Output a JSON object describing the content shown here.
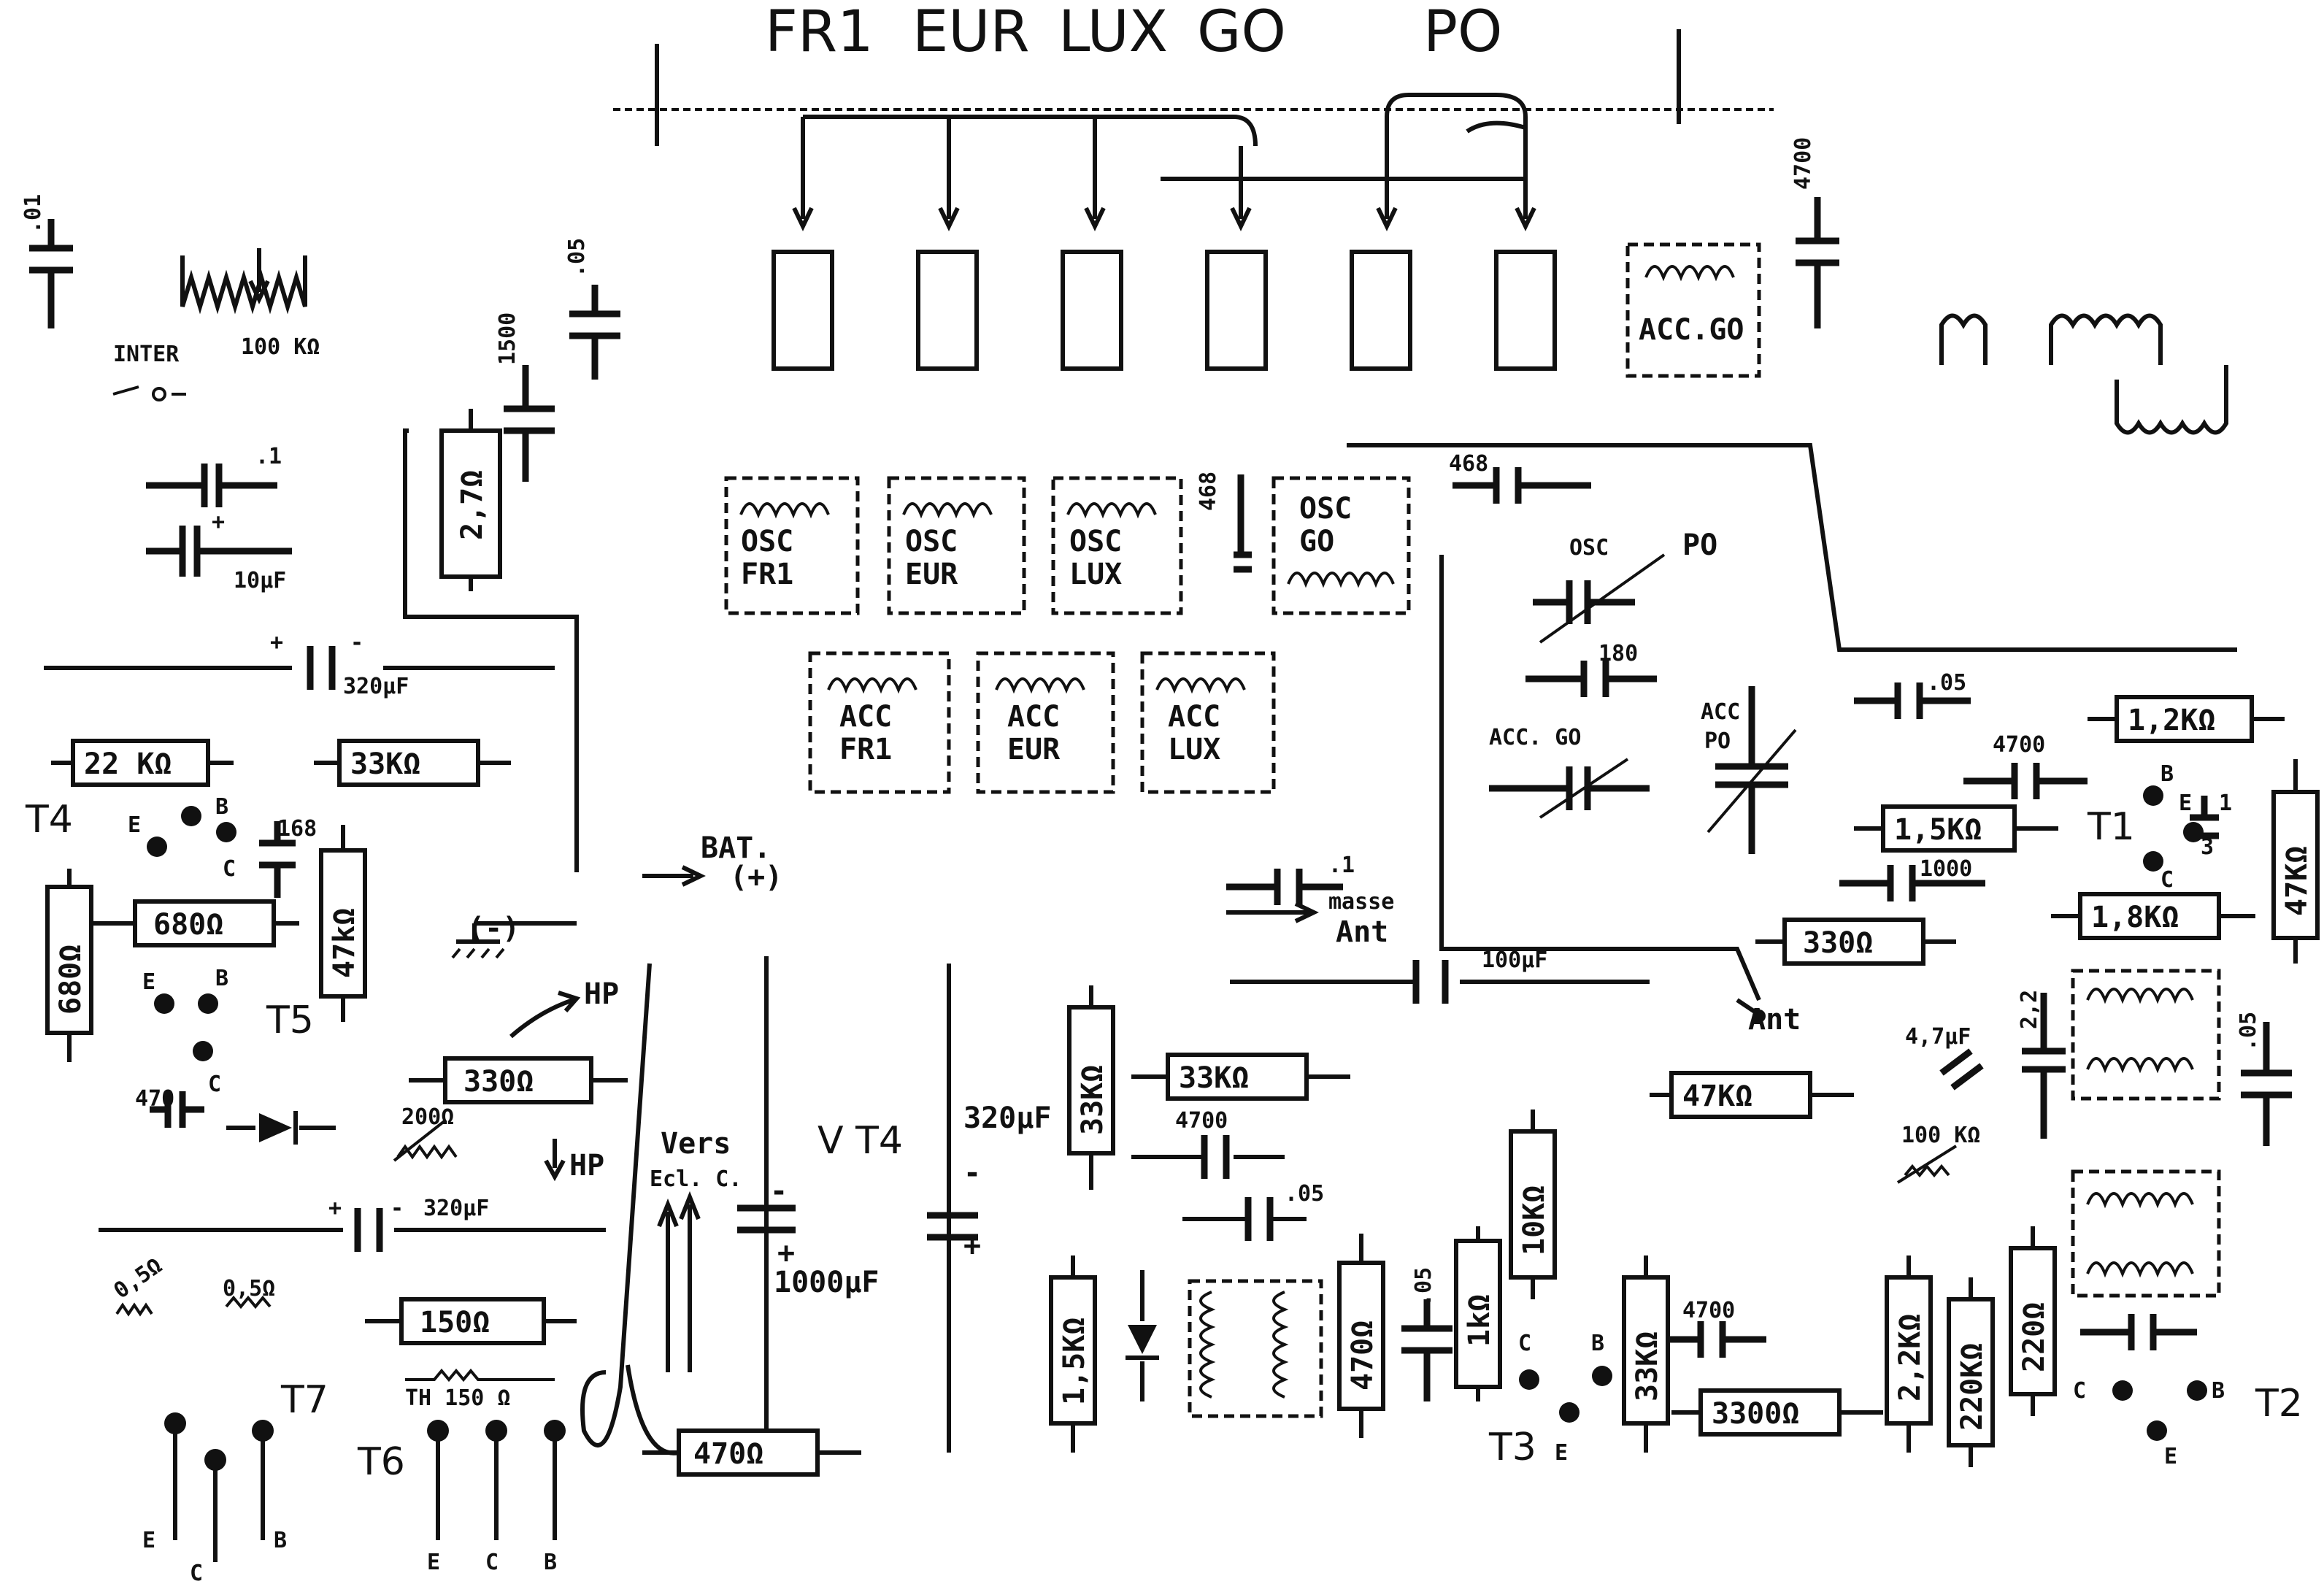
{
  "bands": [
    "FR1",
    "EUR",
    "LUX",
    "GO",
    "PO"
  ],
  "coils": {
    "acc_go": [
      "ACC.GO"
    ],
    "osc_fr1": [
      "OSC",
      "FR1"
    ],
    "osc_eur": [
      "OSC",
      "EUR"
    ],
    "osc_lux": [
      "OSC",
      "LUX"
    ],
    "osc_go": [
      "OSC",
      "GO"
    ],
    "acc_fr1": [
      "ACC",
      "FR1"
    ],
    "acc_eur": [
      "ACC",
      "EUR"
    ],
    "acc_lux": [
      "ACC",
      "LUX"
    ]
  },
  "resistors": {
    "r_2_7": "2,7Ω",
    "r_22k": "22 KΩ",
    "r_33k_a": "33KΩ",
    "r_680_v": "680Ω",
    "r_680_h": "680Ω",
    "r_47k_a": "47kΩ",
    "r_330_a": "330Ω",
    "r_150": "150Ω",
    "r_470": "470Ω",
    "r_33k_v": "33KΩ",
    "r_33k_h": "33KΩ",
    "r_1_5k_v": "1,5KΩ",
    "r_470_v": "470Ω",
    "r_1k": "1kΩ",
    "r_10k": "10KΩ",
    "r_33k_b": "33KΩ",
    "r_3300": "3300Ω",
    "r_2_2k": "2,2KΩ",
    "r_220k": "220KΩ",
    "r_220": "220Ω",
    "r_47k_b": "47KΩ",
    "r_1_2k": "1,2KΩ",
    "r_1_5k_h": "1,5KΩ",
    "r_1_8k": "1,8KΩ",
    "r_330_b": "330Ω",
    "r_47k_c": "47KΩ"
  },
  "labels": {
    "c_01": ".01",
    "inter": "INTER",
    "pot_100k": "100 KΩ",
    "c_05_top": ".05",
    "c_1500": "1500",
    "c_1": ".1",
    "c_10uf": "10µF",
    "c_320uf_top": "320µF",
    "plus": "+",
    "minus": "-",
    "c_168": "168",
    "t4": "T4",
    "t5": "T5",
    "e": "E",
    "b": "B",
    "c": "C",
    "minus_paren": "(-)",
    "hp": "HP",
    "pot_200": "200Ω",
    "c_470": "470",
    "c_320uf_mid": "320µF",
    "r_0_5_a": "0,5Ω",
    "r_0_5_b": "0,5Ω",
    "th150": "TH 150 Ω",
    "t7": "T7",
    "t6": "T6",
    "bat": "BAT.",
    "bat_plus": "(+)",
    "vers": "Vers",
    "ecl": "Ecl. C.",
    "vt4": "V T4",
    "c_1000uf": "1000µF",
    "c_320uf_bot": "320µF",
    "c_4700": "4700",
    "c_05": ".05",
    "c_468": "468",
    "c_1_mid": ".1",
    "masse": "masse",
    "ant": "Ant",
    "c_100uf": "100µF",
    "osc": "OSC",
    "po": "PO",
    "c_180": "180",
    "acc": "ACC",
    "acc_go": "ACC. GO",
    "c_4700_top": "4700",
    "c_47uf": "4,7µF",
    "pot_100k_b": "100 KΩ",
    "c_2_2": "2,2",
    "c_1000": "1000",
    "t1": "T1",
    "t2": "T2",
    "t3": "T3",
    "c_3_1": "3",
    "c_1_small": "1"
  }
}
